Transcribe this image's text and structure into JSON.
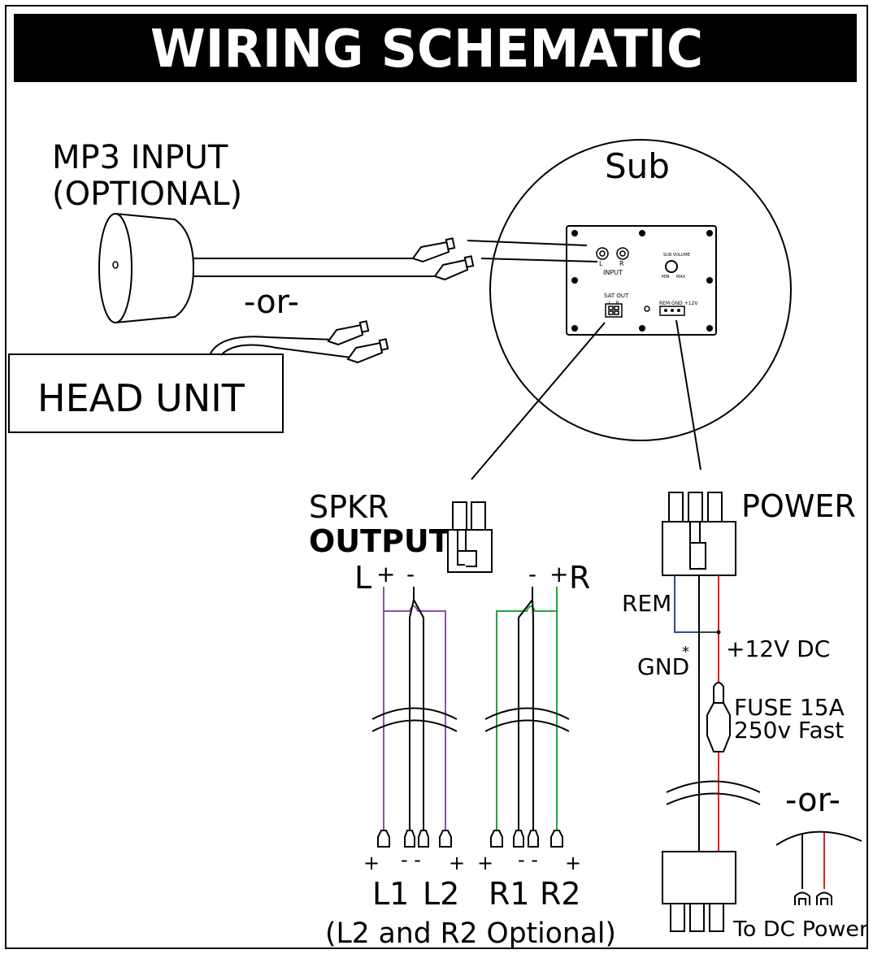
{
  "title": "WIRING SCHEMATIC",
  "mp3_input": {
    "line1": "MP3 INPUT",
    "line2": "(OPTIONAL)"
  },
  "or_label": "-or-",
  "head_unit": "HEAD UNIT",
  "sub": {
    "label": "Sub",
    "input_label": "INPUT",
    "input_l": "L",
    "input_r": "R",
    "sub_volume": "SUB VOLUME",
    "min": "MIN",
    "max": "MAX",
    "sat_out": "SAT OUT",
    "sat_l": "L",
    "sat_r": "R",
    "rem_gnd_12v": "REM GND +12V"
  },
  "speaker_output": {
    "line1": "SPKR",
    "line2": "OUTPUT",
    "left": "L",
    "right": "R",
    "plus": "+",
    "minus": "-",
    "terminal_labels": [
      "L1",
      "L2",
      "R1",
      "R2"
    ],
    "terminal_signs": [
      "+",
      "- -",
      "+",
      "+",
      "- -",
      "+"
    ],
    "optional_note": "(L2 and R2 Optional)"
  },
  "power": {
    "label": "POWER",
    "rem": "REM",
    "gnd": "GND",
    "asterisk": "*",
    "plus12": "+12V DC",
    "fuse_line1": "FUSE 15A",
    "fuse_line2": "250v Fast",
    "or_label": "-or-",
    "to_dc_power": "To DC Power"
  },
  "colors": {
    "left_wire": "#8e4fa6",
    "right_wire": "#22a53a",
    "rem_wire": "#2c4aa0",
    "plus12_wire": "#e02020",
    "black": "#000000"
  }
}
